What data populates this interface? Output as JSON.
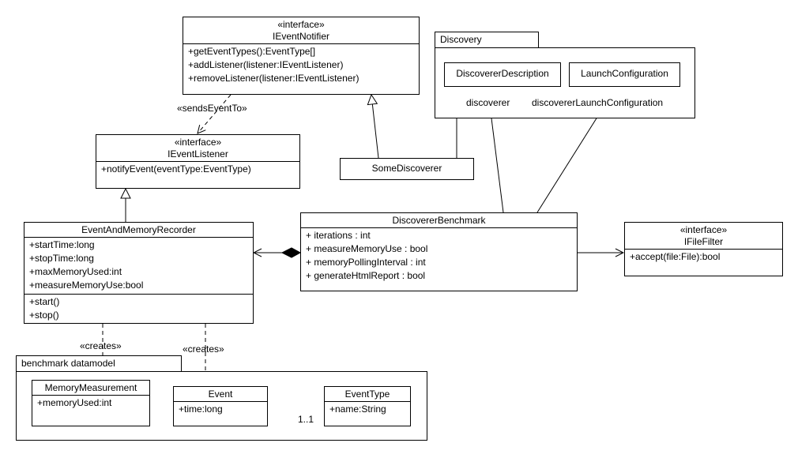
{
  "classes": {
    "ieventnotifier": {
      "stereotype": "«interface»",
      "name": "IEventNotifier",
      "ops": [
        "+getEventTypes():EventType[]",
        "+addListener(listener:IEventListener)",
        "+removeListener(listener:IEventListener)"
      ]
    },
    "ieventlistener": {
      "stereotype": "«interface»",
      "name": "IEventListener",
      "ops": [
        "+notifyEvent(eventType:EventType)"
      ]
    },
    "somediscoverer": {
      "name": "SomeDiscoverer"
    },
    "discovererdescription": {
      "name": "DiscovererDescription"
    },
    "launchconfiguration": {
      "name": "LaunchConfiguration"
    },
    "recorder": {
      "name": "EventAndMemoryRecorder",
      "attrs": [
        "+startTime:long",
        "+stopTime:long",
        "+maxMemoryUsed:int",
        "+measureMemoryUse:bool"
      ],
      "ops": [
        "+start()",
        "+stop()"
      ]
    },
    "benchmark": {
      "name": "DiscovererBenchmark",
      "attrs": [
        "+ iterations : int",
        "+ measureMemoryUse : bool",
        "+ memoryPollingInterval : int",
        "+ generateHtmlReport : bool"
      ]
    },
    "ifilefilter": {
      "stereotype": "«interface»",
      "name": "IFileFilter",
      "ops": [
        "+accept(file:File):bool"
      ]
    },
    "memorymeasurement": {
      "name": "MemoryMeasurement",
      "attrs": [
        "+memoryUsed:int"
      ]
    },
    "event": {
      "name": "Event",
      "attrs": [
        "+time:long"
      ]
    },
    "eventtype": {
      "name": "EventType",
      "attrs": [
        "+name:String"
      ]
    }
  },
  "packages": {
    "discovery": {
      "name": "Discovery"
    },
    "datamodel": {
      "name": "benchmark datamodel"
    }
  },
  "labels": {
    "sends_event_to": "«sendsEventTo»",
    "discoverer_role": "discoverer",
    "launch_role": "discovererLaunchConfiguration",
    "creates_1": "«creates»",
    "creates_2": "«creates»",
    "multiplicity": "1..1"
  }
}
